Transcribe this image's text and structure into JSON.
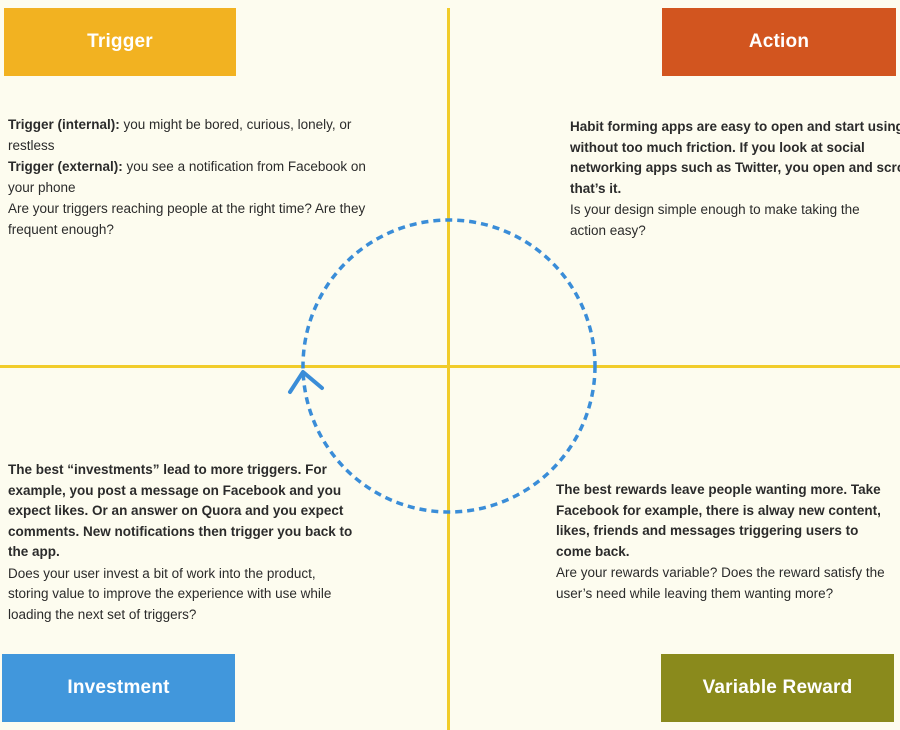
{
  "colors": {
    "background": "#fdfcef",
    "axis": "#f1cc2a",
    "trigger": "#f2b221",
    "action": "#d2551f",
    "investment": "#4197dc",
    "variable_reward": "#8a8a1c",
    "cycle": "#3a8dd8"
  },
  "quadrants": {
    "trigger": {
      "title": "Trigger",
      "items": [
        {
          "label": "Trigger (internal):",
          "text": " you might be bored, curious, lonely, or restless"
        },
        {
          "label": "Trigger (external):",
          "text": " you see a notification from Facebook on your phone"
        },
        {
          "label": "",
          "text": "Are your triggers reaching people at the right time? Are they frequent enough?"
        }
      ]
    },
    "action": {
      "title": "Action",
      "lines_bold": [
        "Habit forming apps are easy to open and start using",
        "without too much friction. If you look at social",
        "networking apps such as Twitter, you open and scro",
        "that’s it."
      ],
      "question_lines": [
        "Is your design simple enough to make taking the",
        "action easy?"
      ]
    },
    "investment": {
      "title": "Investment",
      "bold_text": "The best “investments” lead to more triggers. For example, you post a message on Facebook and you expect likes. Or an answer on Quora and you expect comments. New notifications then trigger you back to the app.",
      "question": "Does your user invest a bit of work into the product, storing value to improve the experience with use while loading the next set of triggers?"
    },
    "variable_reward": {
      "title": "Variable Reward",
      "bold_text": "The best rewards leave people wanting more. Take Facebook for example, there is alway new content, likes, friends and messages triggering users to come back.",
      "question": "Are your rewards variable? Does the reward satisfy the user’s need while leaving them wanting more?"
    }
  }
}
